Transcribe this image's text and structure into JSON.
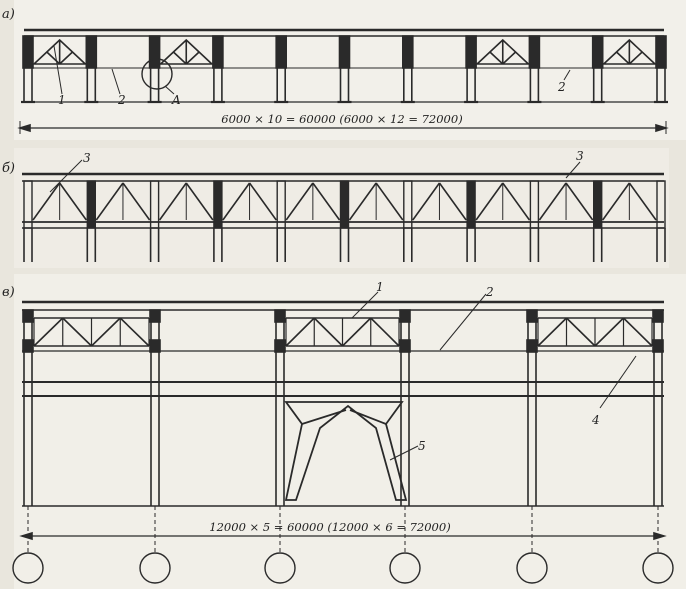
{
  "panels": {
    "a": {
      "letter": "а)",
      "dimension": "6000 × 10 = 60000 (6000 × 12 = 72000)",
      "callouts": [
        "1",
        "2",
        "A",
        "2"
      ]
    },
    "b": {
      "letter": "б)",
      "callouts": [
        "3",
        "3"
      ]
    },
    "v": {
      "letter": "в)",
      "dimension": "12000 × 5 = 60000 (12000 × 6 = 72000)",
      "callouts": [
        "1",
        "2",
        "4",
        "5"
      ]
    }
  },
  "colors": {
    "ink": "#2a2a2a",
    "paper": "#e9e6dd",
    "paper_alt": "#f2f0ea"
  }
}
